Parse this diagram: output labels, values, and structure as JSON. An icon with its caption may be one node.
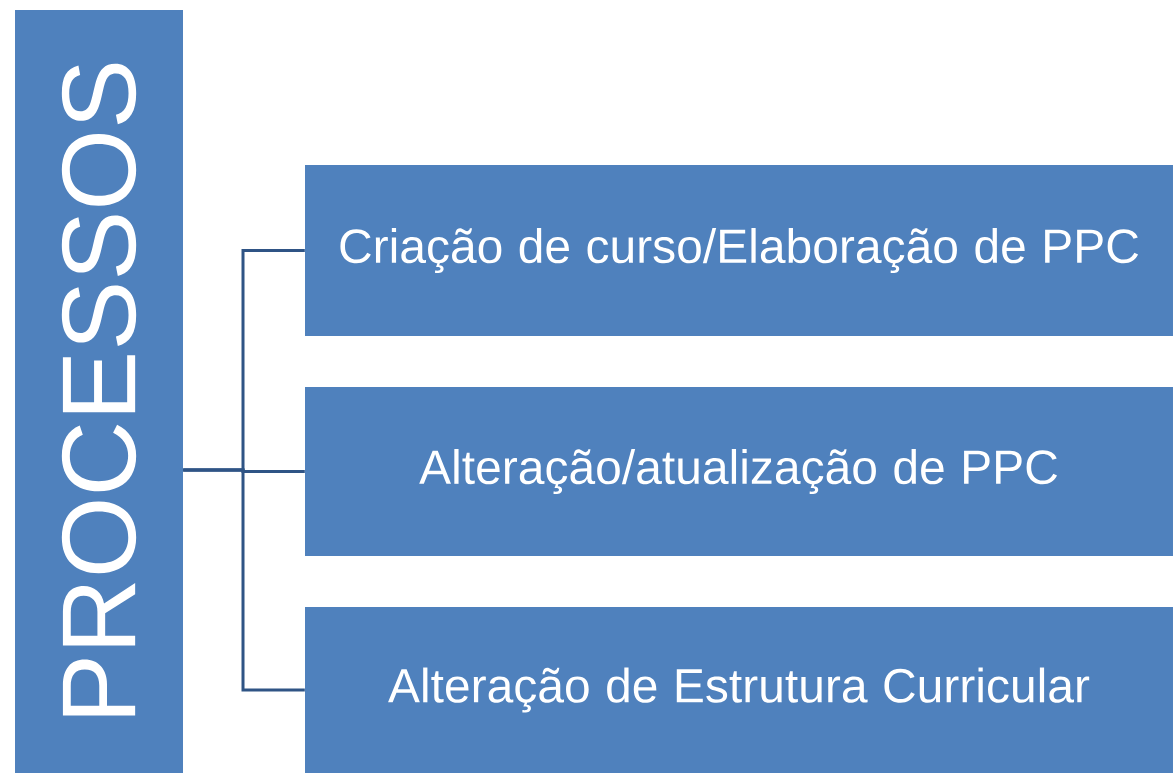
{
  "diagram": {
    "nodes": [
      {
        "text": [
          "PROCESSOS"
        ]
      },
      {
        "text": [
          "Criação de curso/Elaboração de PPC"
        ]
      },
      {
        "text": [
          "Alteração/atualização de PPC"
        ]
      },
      {
        "text": [
          "Alteração de Estrutura Curricular"
        ]
      }
    ],
    "edges": [
      {
        "from": 0,
        "to": 1,
        "arrow": "none"
      },
      {
        "from": 0,
        "to": 2,
        "arrow": "none"
      },
      {
        "from": 0,
        "to": 3,
        "arrow": "none"
      }
    ]
  }
}
